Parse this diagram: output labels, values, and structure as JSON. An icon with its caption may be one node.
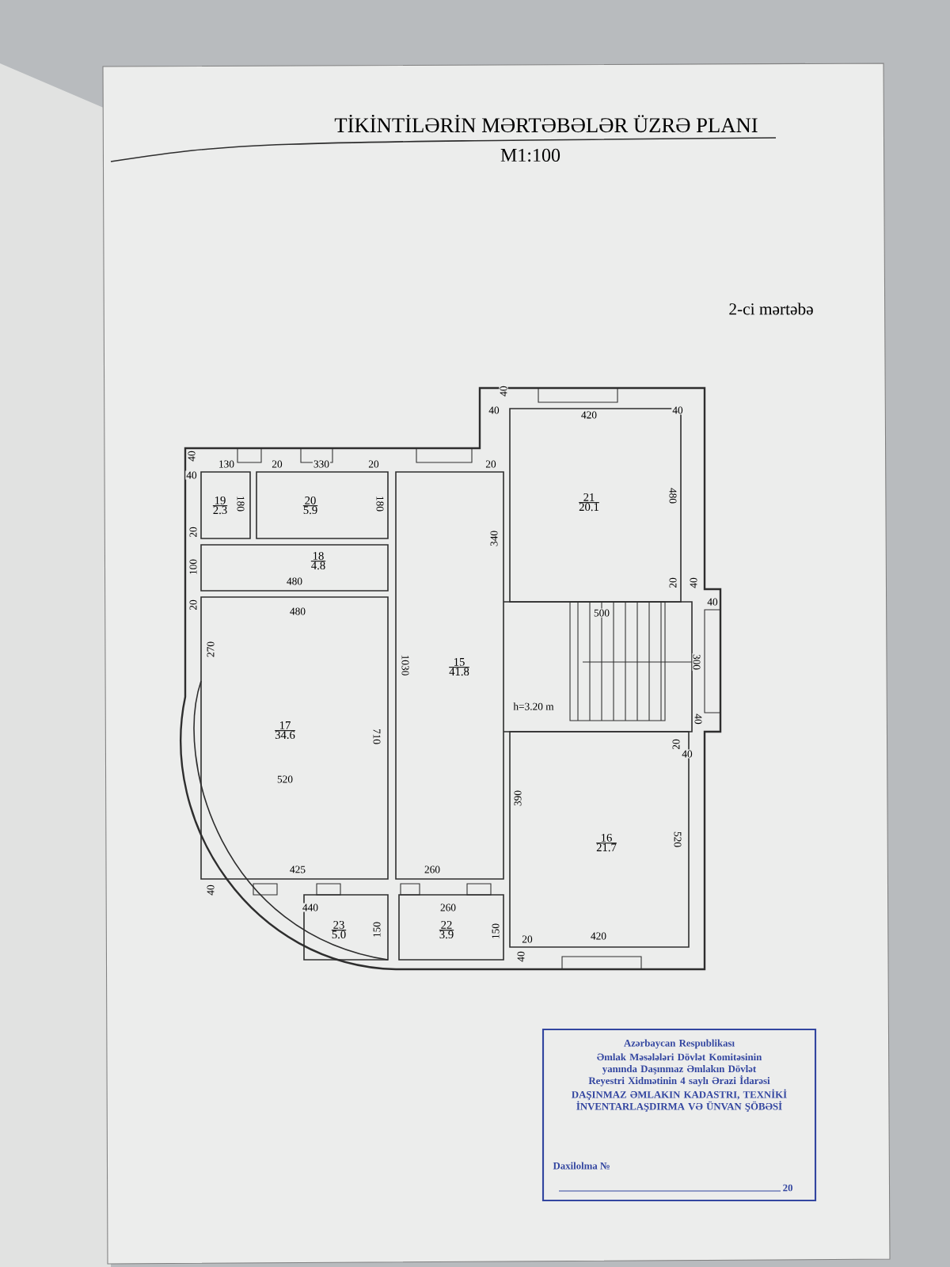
{
  "diagram": {
    "title": "TİKİNTİLƏRİN MƏRTƏBƏLƏR ÜZRƏ PLANI",
    "nodes": [
      {
        "text": [
          "19",
          "2.3"
        ]
      },
      {
        "text": [
          "20",
          "5.9"
        ]
      },
      {
        "text": [
          "18",
          "4.8"
        ]
      },
      {
        "text": [
          "17",
          "34.6"
        ]
      },
      {
        "text": [
          "15",
          "41.8"
        ]
      },
      {
        "text": [
          "21",
          "20.1"
        ]
      },
      {
        "text": [
          "16",
          "21.7"
        ]
      },
      {
        "text": [
          "23",
          "5.0"
        ]
      },
      {
        "text": [
          "22",
          "3.9"
        ]
      },
      {
        "text": [
          "Azərbaycan Respublikası",
          "Əmlak Məsələləri Dövlət Komitəsinin yanında Daşınmaz Əmlakın Dövlət Reyestri Xidmətinin 4 saylı Ərazi İdarəsi",
          "DAŞINMAZ ƏMLAKIN KADASTRI, TEXNİKİ İNVENTARLAŞDIRMA VƏ ÜNVAN ŞÖBƏSİ",
          "Daxilolma №",
          "20"
        ]
      }
    ],
    "labels": [
      "M1:100",
      "2-ci mərtəbə",
      "40",
      "420",
      "40",
      "40",
      "40",
      "40",
      "130",
      "20",
      "330",
      "20",
      "20",
      "180",
      "180",
      "20",
      "100",
      "480",
      "20",
      "480",
      "270",
      "340",
      "480",
      "20",
      "40",
      "40",
      "500",
      "1030",
      "300",
      "710",
      "520",
      "h=3.20 m",
      "40",
      "20",
      "40",
      "390",
      "520",
      "425",
      "260",
      "40",
      "440",
      "260",
      "150",
      "150",
      "20",
      "420",
      "40"
    ]
  }
}
